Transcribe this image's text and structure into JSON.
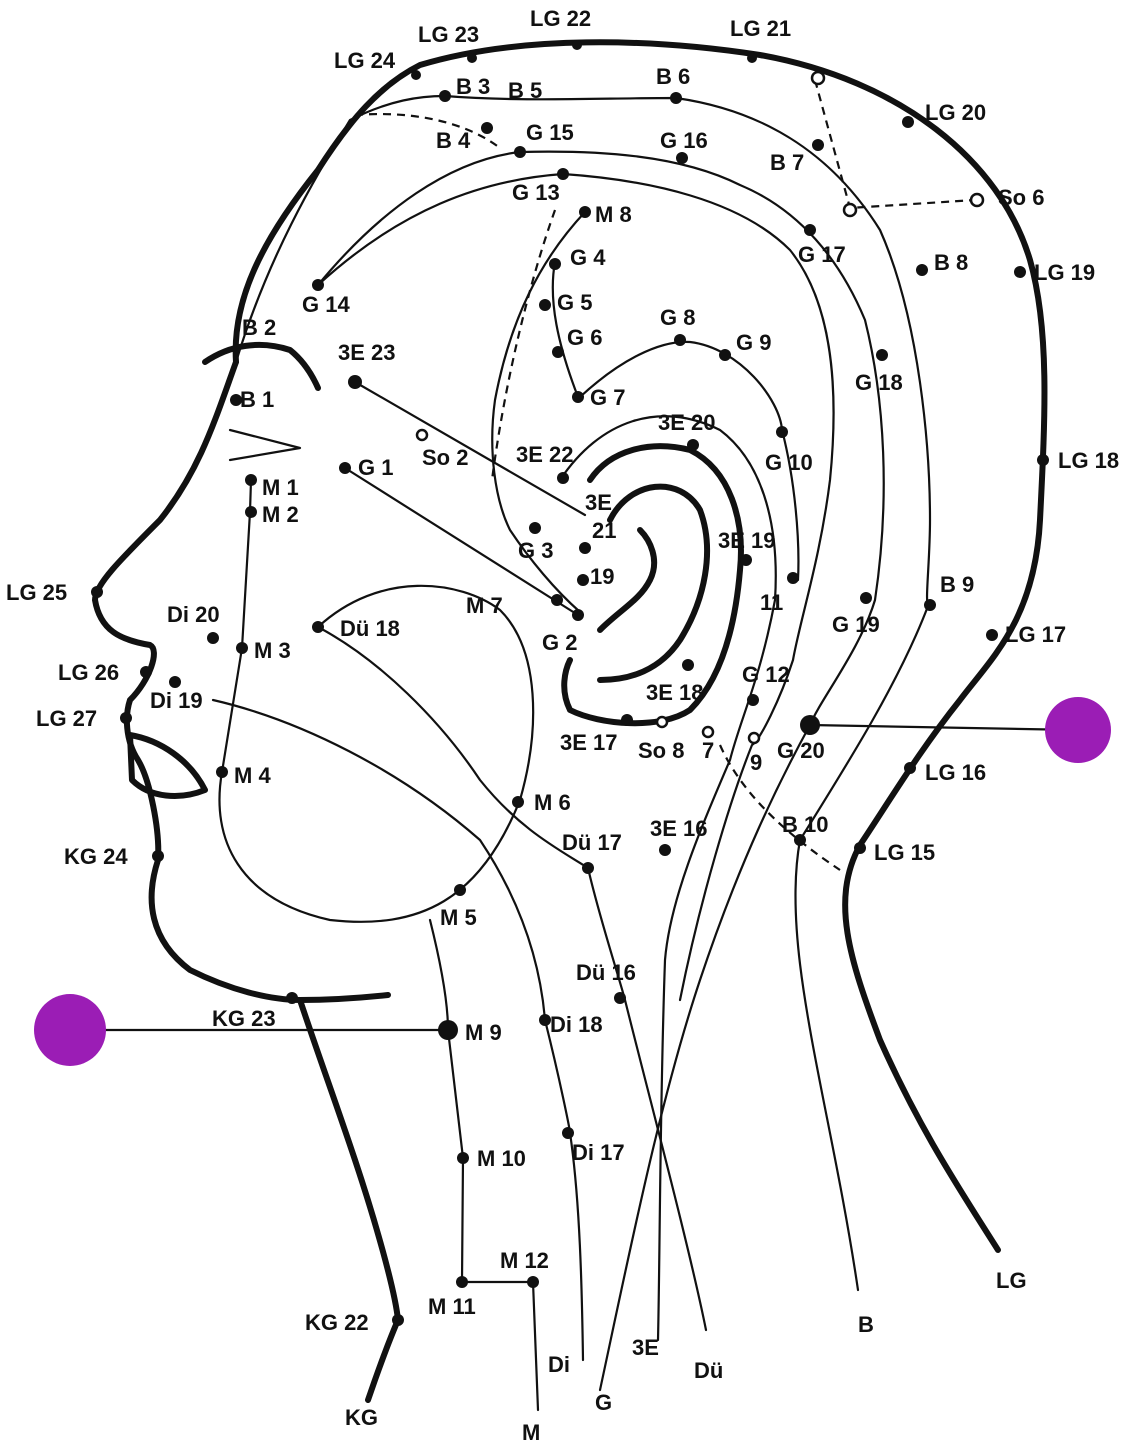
{
  "markers": {
    "color": "#9B1DB5"
  },
  "labels": {
    "lg24": "LG 24",
    "lg23": "LG 23",
    "lg22": "LG 22",
    "lg21": "LG 21",
    "lg20": "LG 20",
    "b3": "B 3",
    "b5": "B 5",
    "b4": "B 4",
    "b6": "B 6",
    "b7": "B 7",
    "b8": "B 8",
    "g15": "G 15",
    "g16": "G 16",
    "g13": "G 13",
    "m8": "M 8",
    "so6": "So 6",
    "g17": "G 17",
    "lg19": "LG 19",
    "g14": "G 14",
    "g4": "G 4",
    "g5": "G 5",
    "g6": "G 6",
    "b2": "B 2",
    "e23": "3E 23",
    "g8": "G 8",
    "g9": "G 9",
    "g18": "G 18",
    "g7": "G 7",
    "b1": "B 1",
    "e20": "3E 20",
    "so2": "So 2",
    "e22": "3E 22",
    "g10": "G 10",
    "lg18": "LG 18",
    "g1": "G 1",
    "m1": "M 1",
    "m2": "M 2",
    "e3e": "3E",
    "e21": "21",
    "g3": "G 3",
    "e19": "3E 19",
    "n19": "19",
    "lg25": "LG 25",
    "m7": "M 7",
    "n11": "11",
    "b9": "B 9",
    "di20": "Di 20",
    "du18": "Dü 18",
    "g2": "G 2",
    "g19": "G 19",
    "lg17": "LG 17",
    "m3": "M 3",
    "lg26": "LG 26",
    "g12": "G 12",
    "di19": "Di 19",
    "e18": "3E 18",
    "lg27": "LG 27",
    "e17": "3E 17",
    "so8": "So 8",
    "n7": "7",
    "n9": "9",
    "g20": "G 20",
    "lg16": "LG 16",
    "m4": "M 4",
    "m6": "M 6",
    "du17": "Dü 17",
    "e16": "3E 16",
    "b10": "B 10",
    "kg24": "KG 24",
    "lg15": "LG 15",
    "m5": "M 5",
    "du16": "Dü 16",
    "kg23": "KG 23",
    "m9": "M 9",
    "di18": "Di 18",
    "m10": "M 10",
    "di17": "Di 17",
    "m12": "M 12",
    "m11": "M 11",
    "kg22": "KG 22",
    "lg": "LG",
    "b": "B",
    "di": "Di",
    "e3": "3E",
    "du": "Dü",
    "g": "G",
    "kg": "KG",
    "m": "M"
  }
}
